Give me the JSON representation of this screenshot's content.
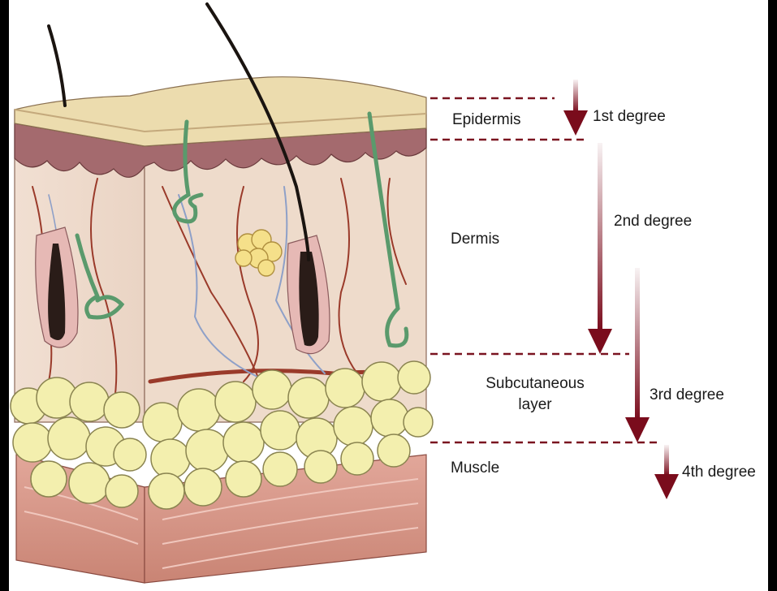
{
  "diagram": {
    "layers": [
      {
        "id": "epidermis",
        "label": "Epidermis"
      },
      {
        "id": "dermis",
        "label": "Dermis"
      },
      {
        "id": "subcutaneous",
        "label_line1": "Subcutaneous",
        "label_line2": "layer"
      },
      {
        "id": "muscle",
        "label": "Muscle"
      }
    ],
    "degrees": [
      {
        "id": "first",
        "label": "1st degree"
      },
      {
        "id": "second",
        "label": "2nd degree"
      },
      {
        "id": "third",
        "label": "3rd degree"
      },
      {
        "id": "fourth",
        "label": "4th degree"
      }
    ]
  },
  "colors": {
    "arrow": "#7a0c1c",
    "dashed_line": "#7a1420",
    "frame_border": "#000000",
    "epidermis_top": "#ecdcae",
    "epidermis_dark": "#8a5a5c",
    "dermis": "#efdccc",
    "fat": "#f3efae",
    "muscle": "#d49488",
    "gland": "#5a9a6c",
    "vessel_red": "#9a3a2a",
    "vessel_blue": "#8ea0c8",
    "hair": "#1a1410"
  }
}
